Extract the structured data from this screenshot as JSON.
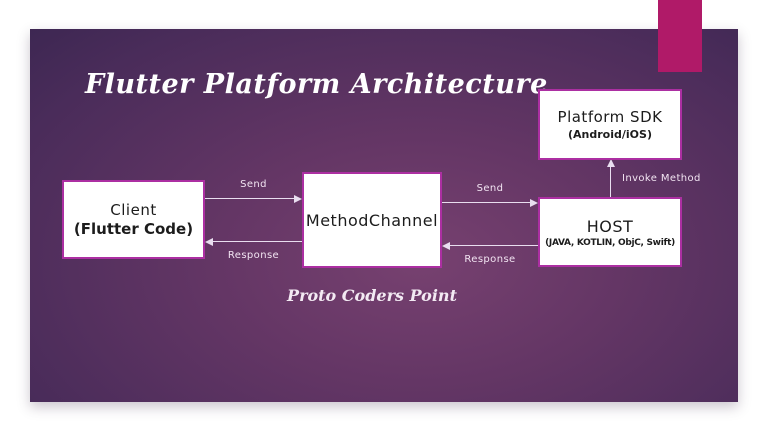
{
  "slide": {
    "title": "Flutter Platform Architecture",
    "watermark": "Proto Coders Point"
  },
  "nodes": {
    "client": {
      "title": "Client",
      "subtitle": "(Flutter Code)"
    },
    "method_channel": {
      "title": "MethodChannel"
    },
    "host": {
      "title": "HOST",
      "subtitle": "(JAVA, KOTLIN, ObjC, Swift)"
    },
    "platform_sdk": {
      "title": "Platform SDK",
      "subtitle": "(Android/iOS)"
    }
  },
  "arrows": {
    "send_client_to_methodchannel": "Send",
    "response_methodchannel_to_client": "Response",
    "send_methodchannel_to_host": "Send",
    "response_host_to_methodchannel": "Response",
    "invoke_method_host_to_sdk": "Invoke Method"
  },
  "colors": {
    "accent_bar": "#b01a68",
    "node_border": "#ac2fa2",
    "node_fill": "#ffffff",
    "node_text": "#1c1c1c",
    "arrow": "#e9def0",
    "title_text": "#ffffff",
    "background_center": "#774170",
    "background_edge": "#2e2149",
    "page_margin": "#ffffff"
  }
}
